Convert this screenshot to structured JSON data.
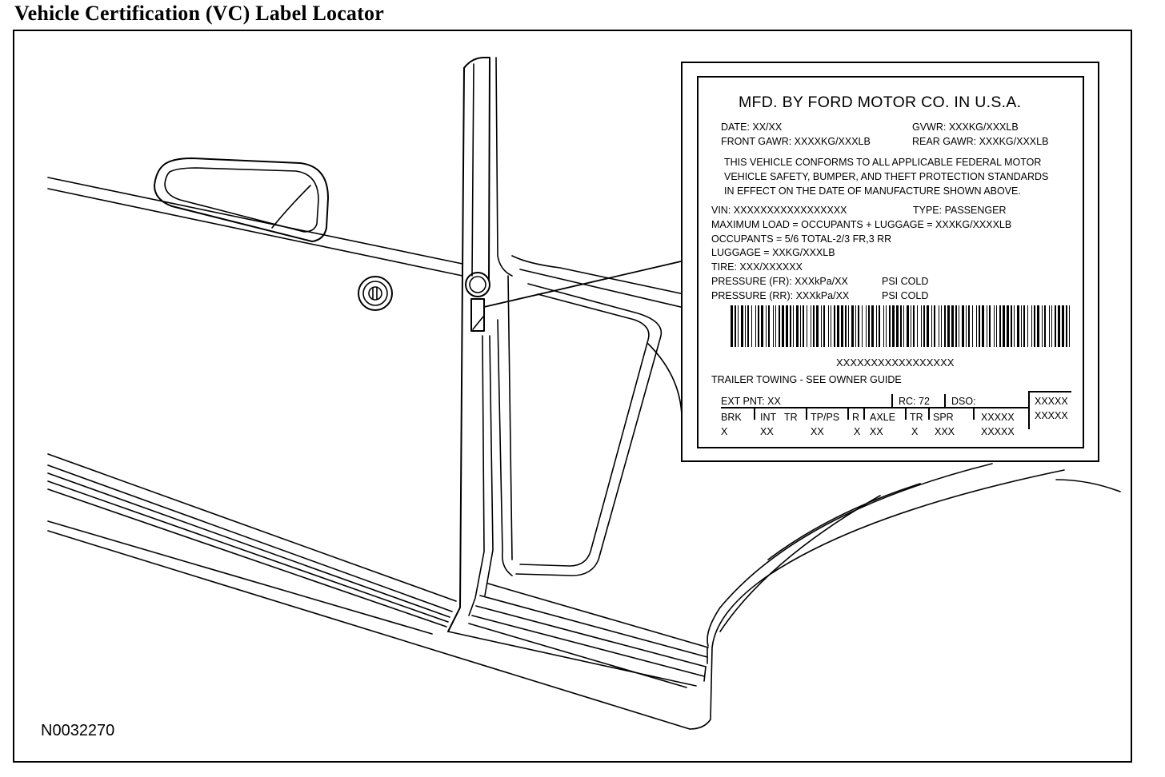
{
  "page": {
    "title": "Vehicle Certification (VC) Label Locator",
    "figure_id": "N0032270"
  },
  "label": {
    "header": "MFD. BY FORD MOTOR CO. IN U.S.A.",
    "date": "DATE: XX/XX",
    "gvwr": "GVWR:  XXXKG/XXXLB",
    "front_gawr": "FRONT GAWR:  XXXXKG/XXXLB",
    "rear_gawr": "REAR GAWR:  XXXKG/XXXLB",
    "conform_line1": "THIS VEHICLE CONFORMS TO ALL APPLICABLE FEDERAL MOTOR",
    "conform_line2": "VEHICLE SAFETY, BUMPER, AND THEFT PROTECTION STANDARDS",
    "conform_line3": "IN EFFECT ON THE DATE OF MANUFACTURE SHOWN ABOVE.",
    "vin": "VIN:  XXXXXXXXXXXXXXXXX",
    "type": "TYPE:  PASSENGER",
    "max_load": "MAXIMUM LOAD = OCCUPANTS + LUGGAGE = XXXKG/XXXXLB",
    "occupants": "OCCUPANTS = 5/6 TOTAL-2/3 FR,3 RR",
    "luggage": "LUGGAGE = XXKG/XXXLB",
    "tire": "TIRE:  XXX/XXXXXX",
    "pressure_fr": "PRESSURE (FR):  XXXkPa/XX",
    "pressure_fr_cold": "PSI COLD",
    "pressure_rr": "PRESSURE (RR):  XXXkPa/XX",
    "pressure_rr_cold": "PSI COLD",
    "barcode_text": "XXXXXXXXXXXXXXXXX",
    "trailer": "TRAILER TOWING - SEE OWNER GUIDE",
    "ext_pnt": "EXT PNT:  XX",
    "rc": "RC:   72",
    "dso": "DSO:",
    "box_line1": "XXXXX",
    "box_line2": "XXXXX",
    "table": {
      "headers": [
        "BRK",
        "INT",
        "TR",
        "TP/PS",
        "R",
        "AXLE",
        "TR",
        "SPR",
        "XXXXX"
      ],
      "values": [
        "X",
        "XX",
        "XX",
        "X",
        "XX",
        "X",
        "XXX",
        "XXXXX"
      ]
    }
  }
}
